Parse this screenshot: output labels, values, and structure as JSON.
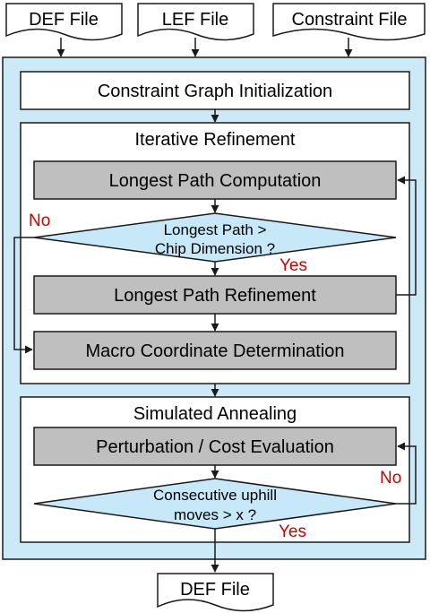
{
  "inputs": {
    "def_file": "DEF File",
    "lef_file": "LEF File",
    "constraint_file": "Constraint File"
  },
  "steps": {
    "graph_init": "Constraint Graph Initialization",
    "iterative_title": "Iterative Refinement",
    "longest_path_comp": "Longest Path Computation",
    "decision1_line1": "Longest Path >",
    "decision1_line2": "Chip Dimension ?",
    "longest_path_refine": "Longest Path Refinement",
    "macro_coord": "Macro Coordinate Determination",
    "sa_title": "Simulated Annealing",
    "perturbation": "Perturbation / Cost Evaluation",
    "decision2_line1": "Consecutive uphill",
    "decision2_line2": "moves > x ?"
  },
  "labels": {
    "no1": "No",
    "yes1": "Yes",
    "no2": "No",
    "yes2": "Yes"
  },
  "output": {
    "def_file": "DEF File"
  },
  "colors": {
    "outer_fill": "#cbe9f7",
    "process_gray": "#bfbfbf",
    "decision_fill": "#c6e8f8",
    "label_red": "#cc0000",
    "stroke": "#1a1a1a"
  }
}
